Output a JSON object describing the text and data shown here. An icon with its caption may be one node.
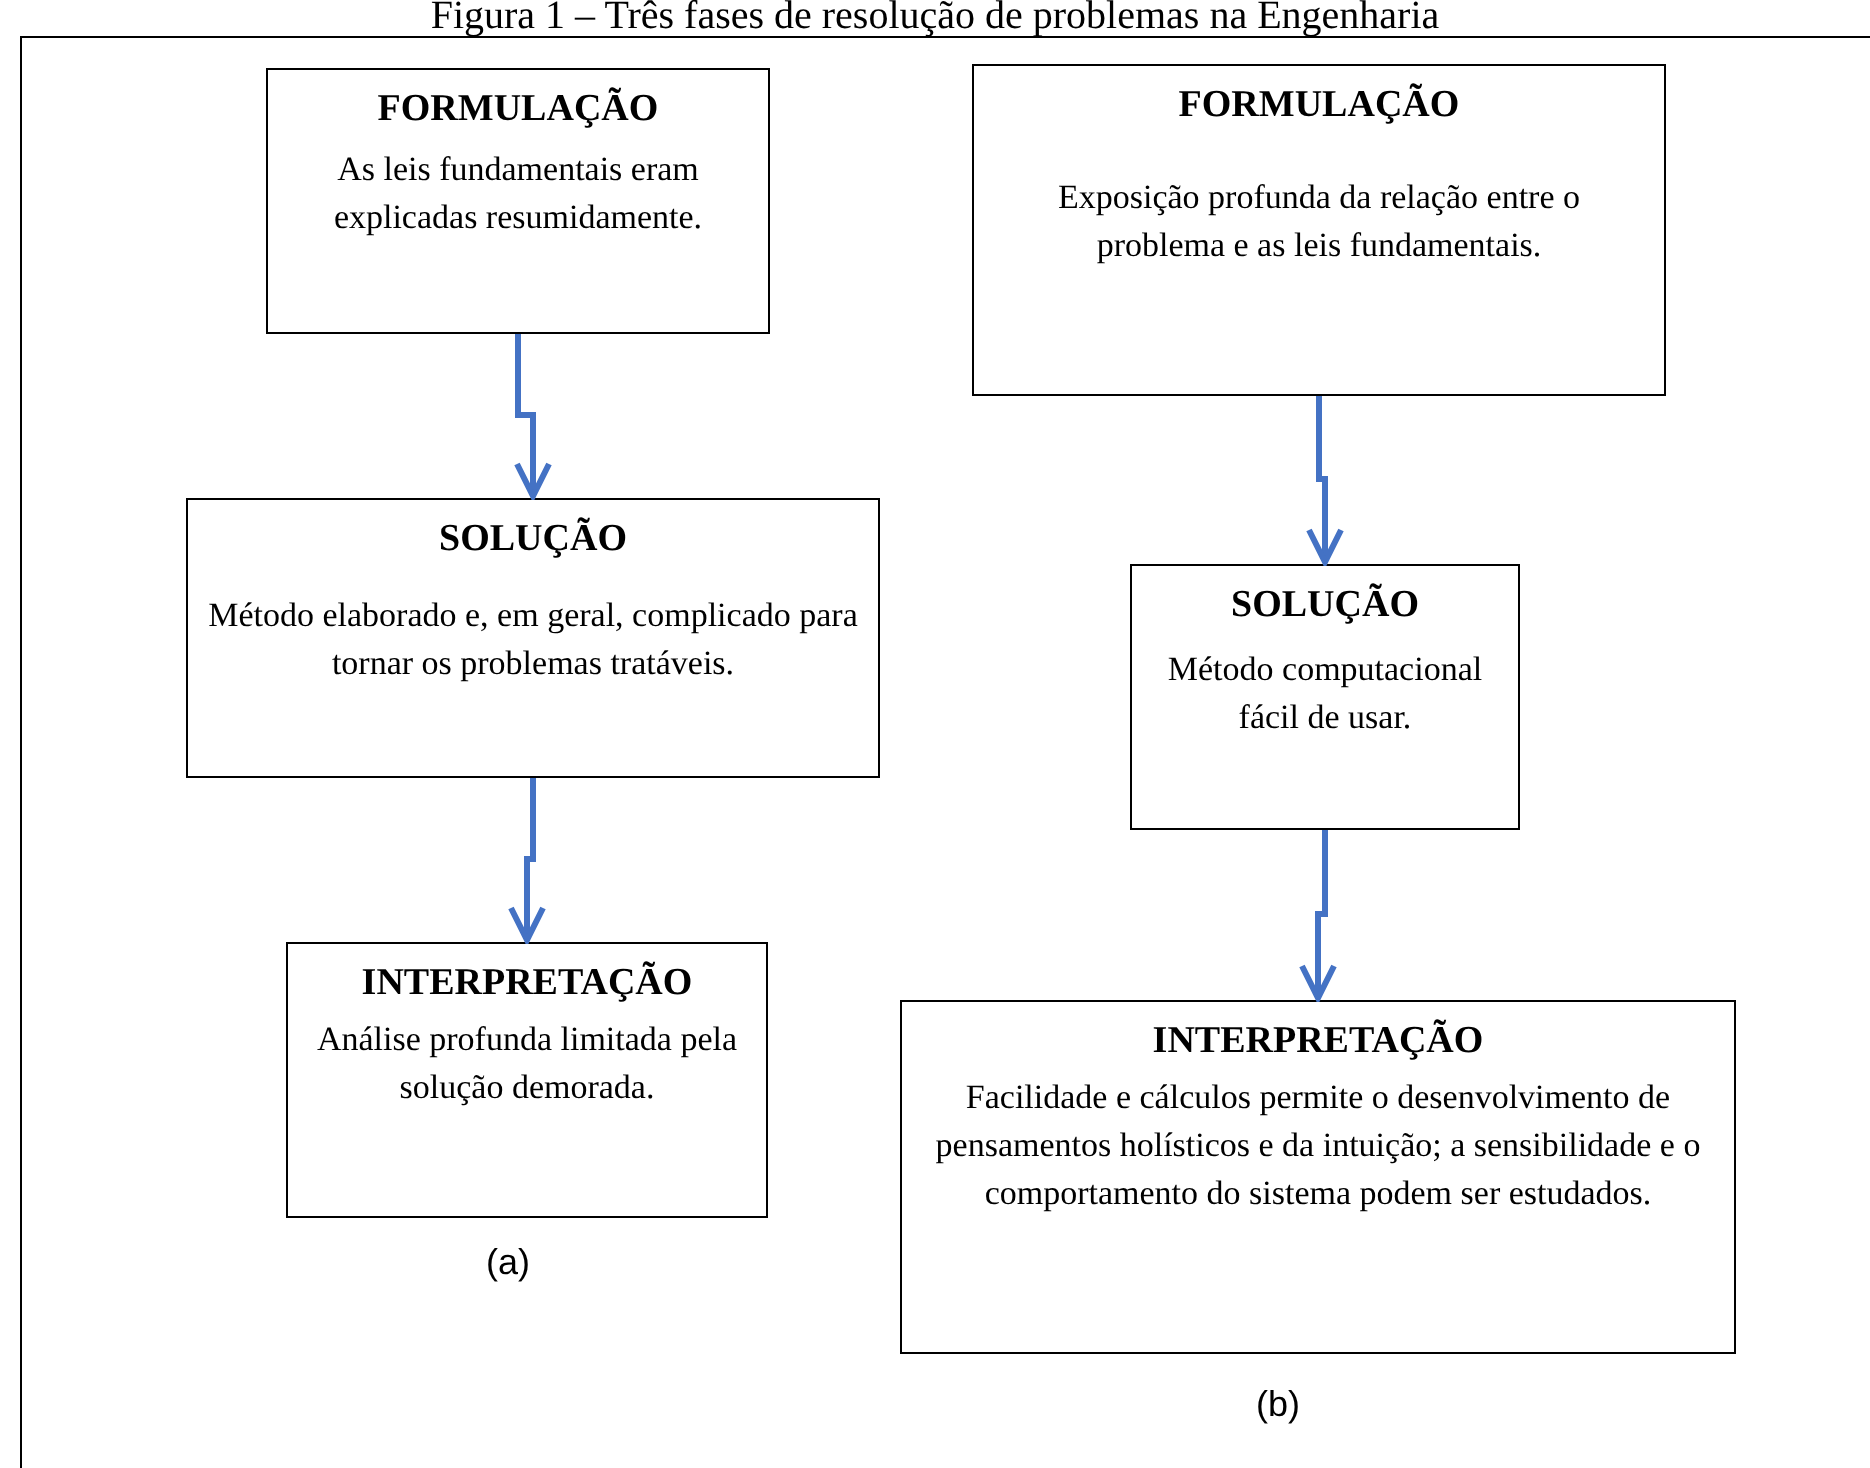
{
  "diagram": {
    "title": "Figura 1 – Três fases de resolução de problemas na Engenharia",
    "nodes": [
      {
        "text": [
          "FORMULAÇÃO",
          "As leis fundamentais eram explicadas resumidamente."
        ]
      },
      {
        "text": [
          "SOLUÇÃO",
          "Método elaborado e, em geral, complicado para tornar os problemas tratáveis."
        ]
      },
      {
        "text": [
          "INTERPRETAÇÃO",
          "Análise profunda limitada pela solução demorada."
        ]
      },
      {
        "text": [
          "FORMULAÇÃO",
          "Exposição profunda da relação entre o problema e as leis fundamentais."
        ]
      },
      {
        "text": [
          "SOLUÇÃO",
          "Método computacional fácil de usar."
        ]
      },
      {
        "text": [
          "INTERPRETAÇÃO",
          "Facilidade e cálculos permite o desenvolvimento de pensamentos holísticos e da intuição; a sensibilidade e o comportamento do sistema podem ser estudados."
        ]
      }
    ],
    "edges": [
      {
        "from": 0,
        "to": 1,
        "arrow": "to"
      },
      {
        "from": 1,
        "to": 2,
        "arrow": "to"
      },
      {
        "from": 3,
        "to": 4,
        "arrow": "to"
      },
      {
        "from": 4,
        "to": 5,
        "arrow": "to"
      }
    ],
    "labels": [
      "(a)",
      "(b)"
    ]
  }
}
